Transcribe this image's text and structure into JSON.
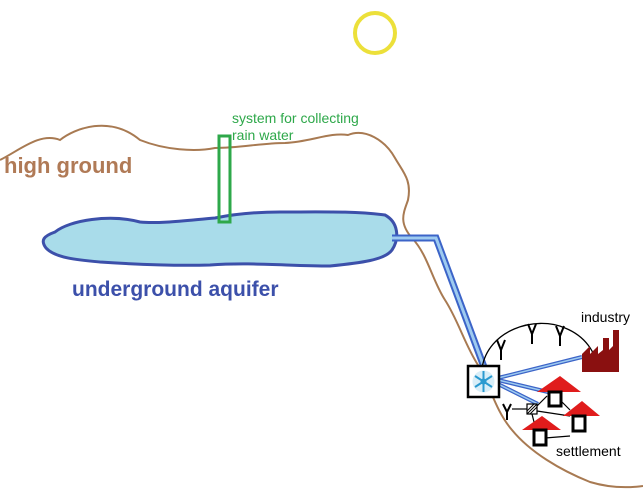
{
  "labels": {
    "high_ground": "high ground",
    "rain_system_line1": "system for collecting",
    "rain_system_line2": "rain water",
    "aquifer": "underground aquifer",
    "industry": "industry",
    "settlement": "settlement"
  },
  "colors": {
    "terrain": "#a87a52",
    "aquifer_fill": "#a9dcea",
    "aquifer_outline": "#3c50aa",
    "aquifer_label": "#3c50aa",
    "high_ground_label": "#b07a56",
    "collector": "#2ea84a",
    "sun": "#ece03a",
    "pipe": "#3c64c8",
    "pipe_inner": "#9ecbf0",
    "industry": "#8a1010",
    "roof": "#e01c1c",
    "house": "#000000",
    "pump_blade": "#2a9ad0"
  },
  "icons": [
    "sun-icon",
    "pump-turbine-icon",
    "factory-icon",
    "house-icon",
    "valve-icon",
    "distribution-y-icon"
  ]
}
